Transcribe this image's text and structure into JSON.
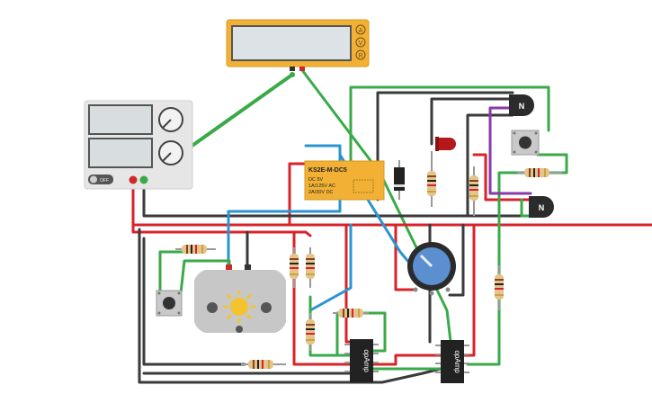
{
  "multimeter": {
    "modes": [
      "A",
      "V",
      "R"
    ],
    "colors": {
      "body": "#f2b134",
      "screen": "#dde2e6",
      "probe_red": "#cc2a2a",
      "probe_black": "#333333"
    }
  },
  "power_supply": {
    "switch_label": "OFF",
    "colors": {
      "body": "#e6e6e6",
      "screen": "#d8dde0"
    }
  },
  "relay": {
    "part_name": "KS2E-M-DC5",
    "spec_lines": [
      "DC 5V",
      "1A/125V AC",
      "2A/30V DC"
    ],
    "color": "#f2b134"
  },
  "transistors": [
    {
      "id": "npn-top",
      "label": "N"
    },
    {
      "id": "npn-bottom",
      "label": "N"
    }
  ],
  "op_amps": [
    {
      "id": "opamp-left",
      "label": "opAmp"
    },
    {
      "id": "opamp-right",
      "label": "opAmp"
    }
  ],
  "motor": {
    "sun_color": "#f4c430"
  },
  "potentiometer": {
    "color": "#5b8fd0"
  },
  "led": {
    "color": "#b3181a"
  },
  "wire_colors": {
    "red": "#d8232a",
    "green": "#3aaa48",
    "black": "#3a3a3a",
    "blue": "#2a94d0",
    "purple": "#8a3aa8"
  }
}
